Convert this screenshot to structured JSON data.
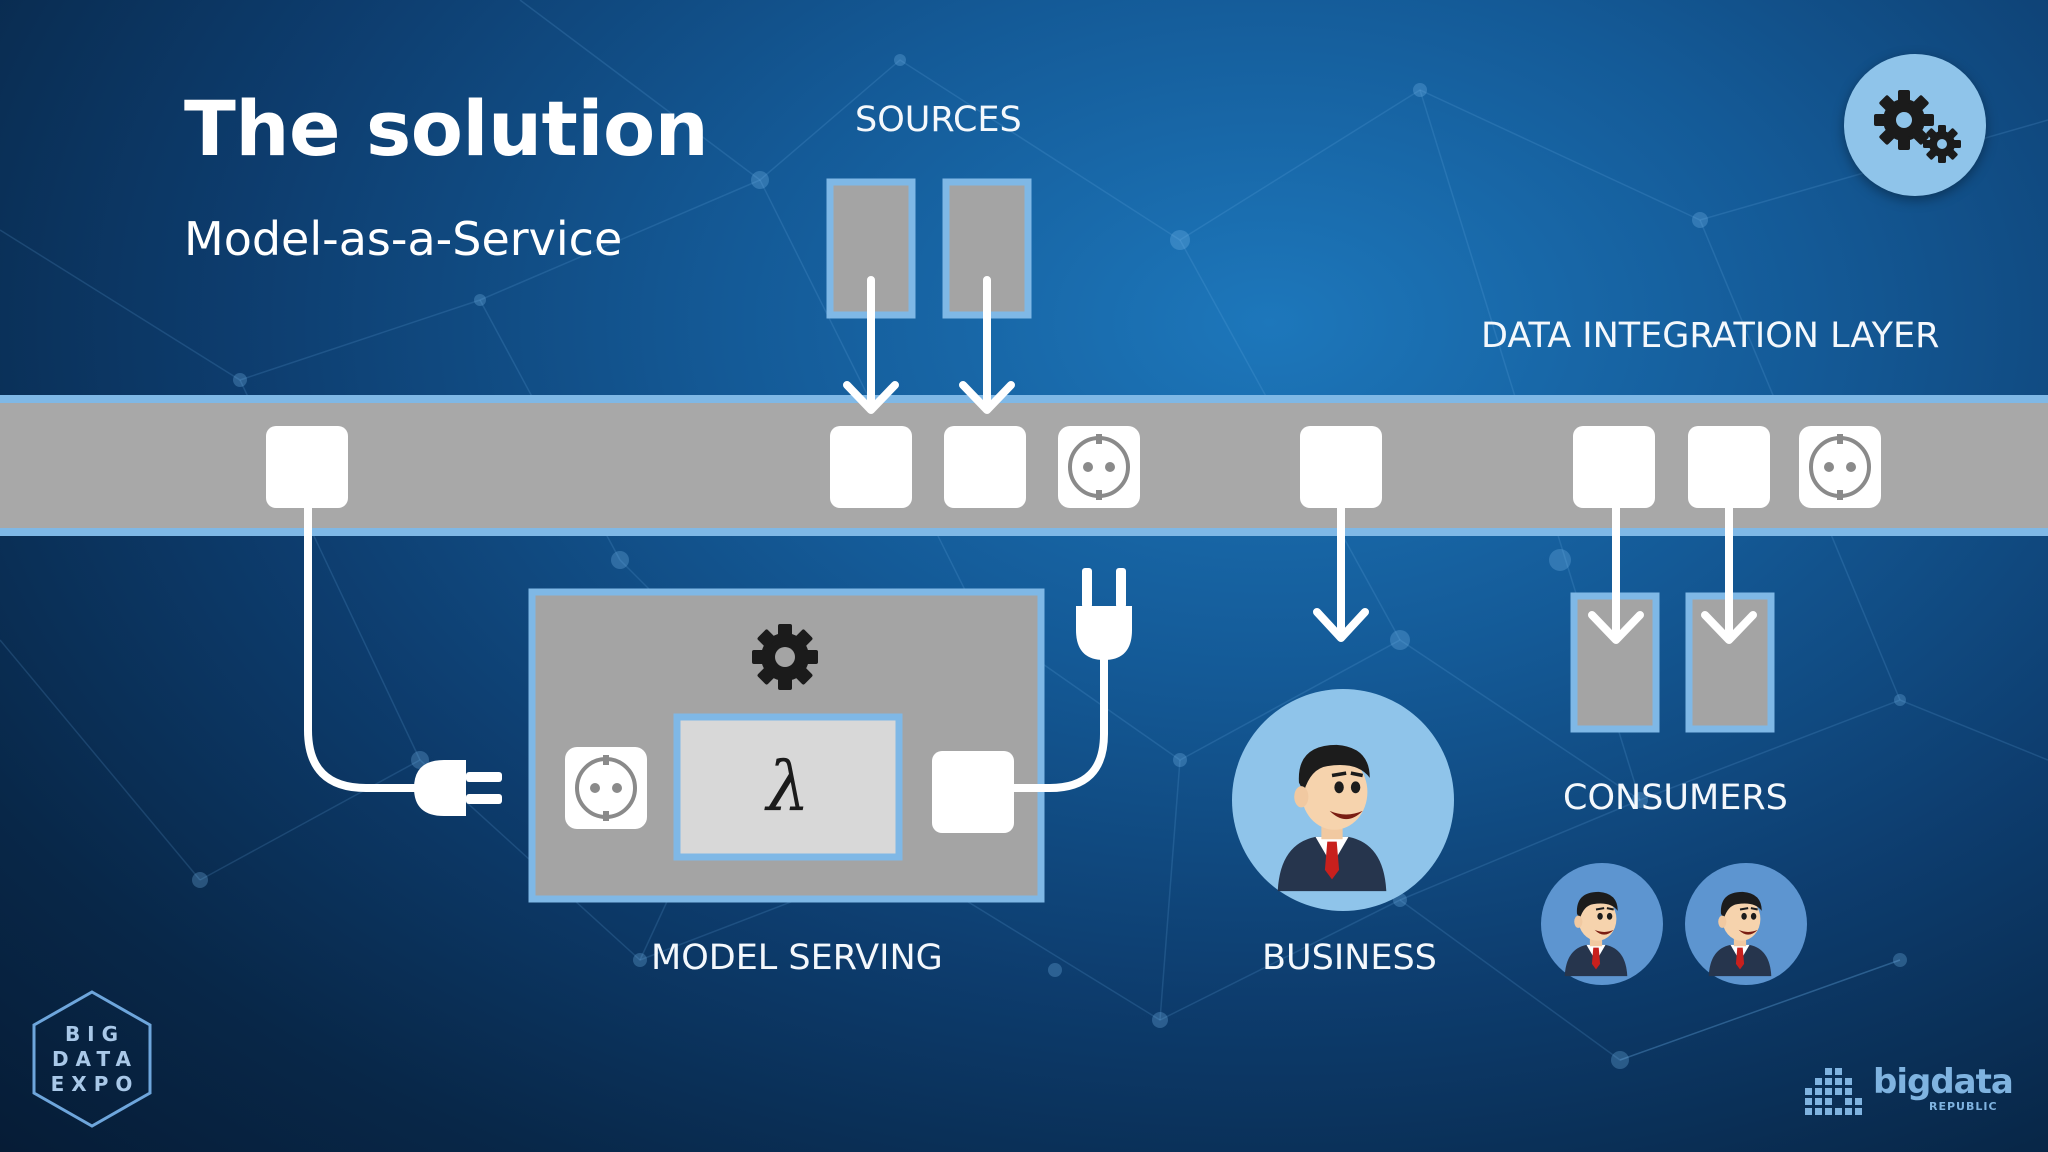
{
  "slide": {
    "title": "The solution",
    "subtitle": "Model-as-a-Service"
  },
  "diagram": {
    "labels": {
      "sources": "SOURCES",
      "data_integration_layer": "DATA INTEGRATION LAYER",
      "consumers": "CONSUMERS",
      "model_serving": "MODEL SERVING",
      "business": "BUSINESS"
    },
    "model_symbol": "λ"
  },
  "logos": {
    "event_logo_lines": [
      "BIG",
      "DATA",
      "EXPO"
    ],
    "company_logo_word": "bigdata",
    "company_logo_sub": "REPUBLIC"
  },
  "icons": {
    "top_right": "gears-icon",
    "sockets": "socket-icon",
    "plugs": "plug-icon",
    "model_gear": "gear-icon",
    "people": "businessman-icon"
  },
  "colors": {
    "background": "#0d3c6d",
    "bus_fill": "#a8a8a8",
    "bus_border": "#7fb8e6",
    "box_fill": "#a4a4a4",
    "accent_circle": "#8fc4ea",
    "white": "#ffffff"
  }
}
